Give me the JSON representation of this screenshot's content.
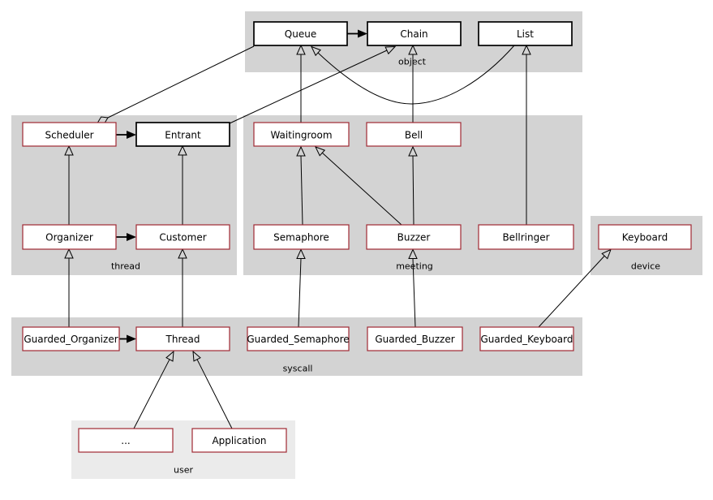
{
  "diagram": {
    "kind": "class-hierarchy-diagram",
    "groups": {
      "object": {
        "label": "object"
      },
      "thread": {
        "label": "thread"
      },
      "meeting": {
        "label": "meeting"
      },
      "device": {
        "label": "device"
      },
      "syscall": {
        "label": "syscall"
      },
      "user": {
        "label": "user"
      }
    },
    "classes": {
      "queue": {
        "label": "Queue",
        "group": "object",
        "style": "given"
      },
      "chain": {
        "label": "Chain",
        "group": "object",
        "style": "given"
      },
      "list": {
        "label": "List",
        "group": "object",
        "style": "given"
      },
      "scheduler": {
        "label": "Scheduler",
        "group": "thread",
        "style": "task"
      },
      "entrant": {
        "label": "Entrant",
        "group": "thread",
        "style": "given"
      },
      "waitingroom": {
        "label": "Waitingroom",
        "group": "meeting",
        "style": "task"
      },
      "bell": {
        "label": "Bell",
        "group": "meeting",
        "style": "task"
      },
      "organizer": {
        "label": "Organizer",
        "group": "thread",
        "style": "task"
      },
      "customer": {
        "label": "Customer",
        "group": "thread",
        "style": "task"
      },
      "semaphore": {
        "label": "Semaphore",
        "group": "meeting",
        "style": "task"
      },
      "buzzer": {
        "label": "Buzzer",
        "group": "meeting",
        "style": "task"
      },
      "bellringer": {
        "label": "Bellringer",
        "group": "meeting",
        "style": "task"
      },
      "keyboard": {
        "label": "Keyboard",
        "group": "device",
        "style": "task"
      },
      "guarded_organizer": {
        "label": "Guarded_Organizer",
        "group": "syscall",
        "style": "task"
      },
      "thread": {
        "label": "Thread",
        "group": "syscall",
        "style": "task"
      },
      "guarded_semaphore": {
        "label": "Guarded_Semaphore",
        "group": "syscall",
        "style": "task"
      },
      "guarded_buzzer": {
        "label": "Guarded_Buzzer",
        "group": "syscall",
        "style": "task"
      },
      "guarded_keyboard": {
        "label": "Guarded_Keyboard",
        "group": "syscall",
        "style": "task"
      },
      "ellipsis": {
        "label": "...",
        "group": "user",
        "style": "task"
      },
      "application": {
        "label": "Application",
        "group": "user",
        "style": "task"
      }
    },
    "relations": [
      {
        "from": "Queue",
        "to": "Chain",
        "type": "uses"
      },
      {
        "from": "Scheduler",
        "to": "Entrant",
        "type": "uses"
      },
      {
        "from": "Organizer",
        "to": "Customer",
        "type": "uses"
      },
      {
        "from": "Guarded_Organizer",
        "to": "Thread",
        "type": "uses"
      },
      {
        "from": "Scheduler",
        "to": "Queue",
        "type": "aggregates"
      },
      {
        "from": "Waitingroom",
        "to": "Queue",
        "type": "inherits"
      },
      {
        "from": "List",
        "to": "Queue",
        "type": "inherits"
      },
      {
        "from": "Entrant",
        "to": "Chain",
        "type": "inherits"
      },
      {
        "from": "Bell",
        "to": "Chain",
        "type": "inherits"
      },
      {
        "from": "Bellringer",
        "to": "List",
        "type": "inherits"
      },
      {
        "from": "Organizer",
        "to": "Scheduler",
        "type": "inherits"
      },
      {
        "from": "Customer",
        "to": "Entrant",
        "type": "inherits"
      },
      {
        "from": "Semaphore",
        "to": "Waitingroom",
        "type": "inherits"
      },
      {
        "from": "Buzzer",
        "to": "Waitingroom",
        "type": "inherits"
      },
      {
        "from": "Buzzer",
        "to": "Bell",
        "type": "inherits"
      },
      {
        "from": "Guarded_Organizer",
        "to": "Organizer",
        "type": "inherits"
      },
      {
        "from": "Thread",
        "to": "Customer",
        "type": "inherits"
      },
      {
        "from": "Guarded_Semaphore",
        "to": "Semaphore",
        "type": "inherits"
      },
      {
        "from": "Guarded_Buzzer",
        "to": "Buzzer",
        "type": "inherits"
      },
      {
        "from": "Guarded_Keyboard",
        "to": "Keyboard",
        "type": "inherits"
      },
      {
        "from": "...",
        "to": "Thread",
        "type": "inherits"
      },
      {
        "from": "Application",
        "to": "Thread",
        "type": "inherits"
      }
    ],
    "colors": {
      "group_fill": "#d3d3d3",
      "user_group_fill": "#ebebeb",
      "box_fill": "#ffffff",
      "given_border": "#000000",
      "task_border": "#a02833",
      "line": "#000000"
    }
  }
}
